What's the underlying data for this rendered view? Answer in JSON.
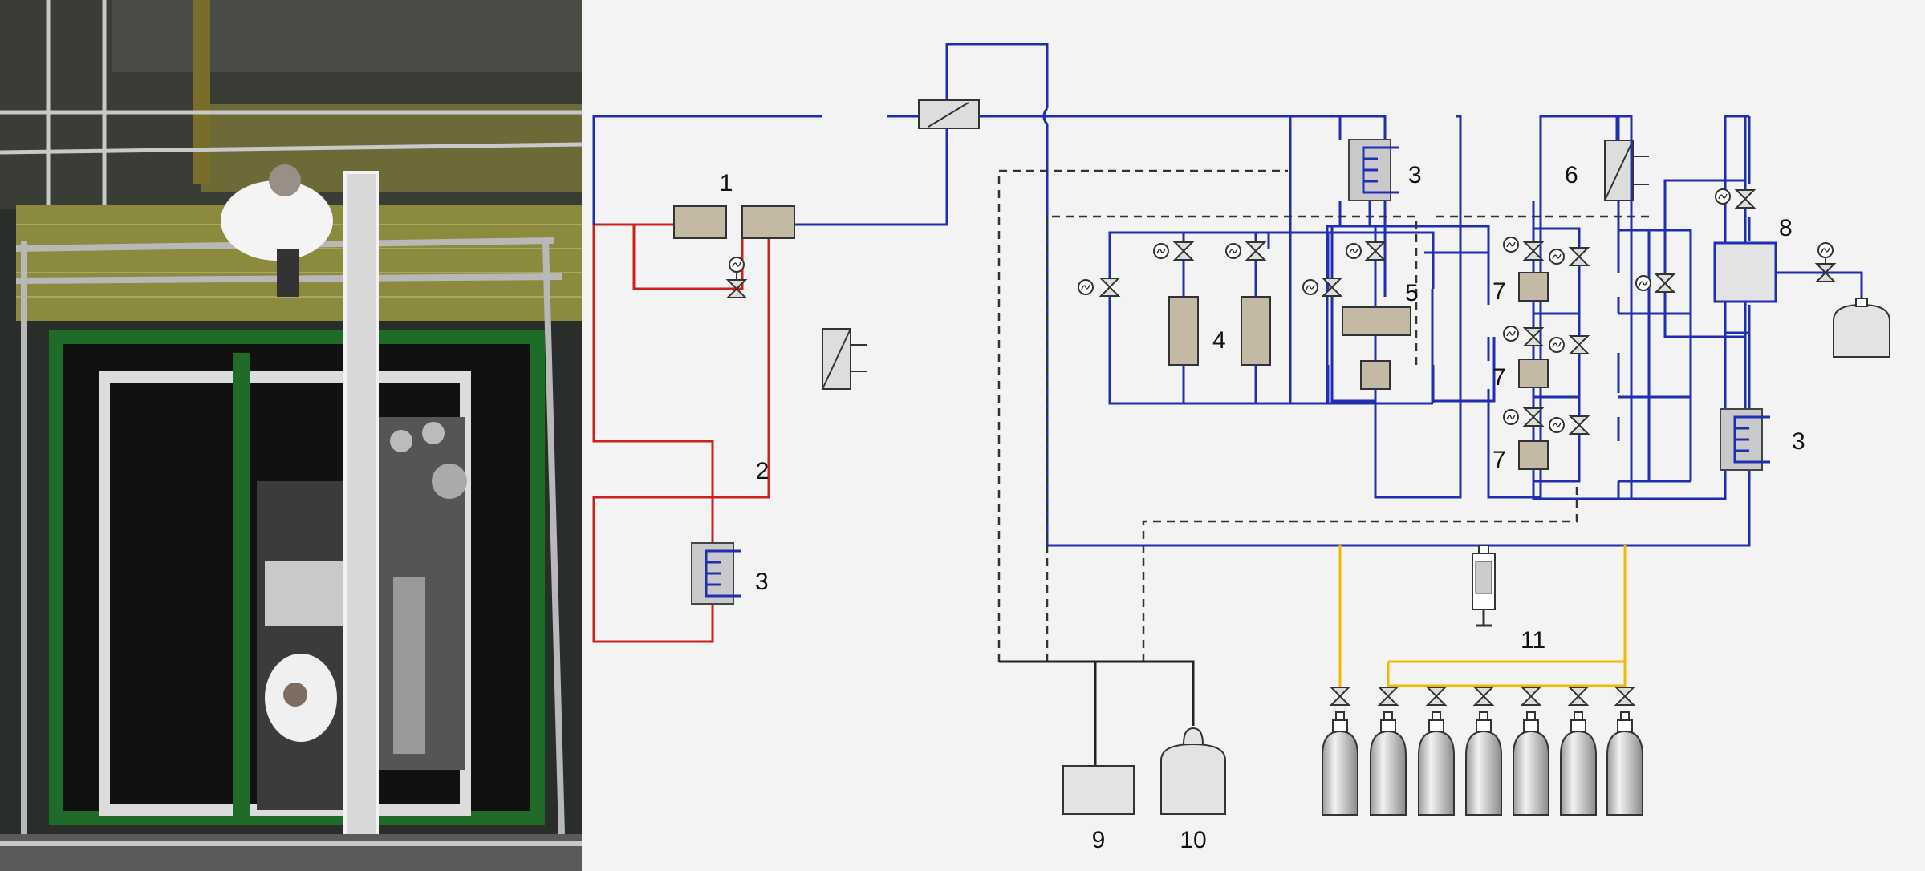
{
  "labels": {
    "n1": "1",
    "n2": "2",
    "n3a": "3",
    "n3b": "3",
    "n3c": "3",
    "n4": "4",
    "n5": "5",
    "n6": "6",
    "n7a": "7",
    "n7b": "7",
    "n7c": "7",
    "n8": "8",
    "n9": "9",
    "n10": "10",
    "n11": "11"
  },
  "colors": {
    "background": "#f3f3f3",
    "blue_line": "#1f2fb0",
    "red_line": "#cc1f1f",
    "yellow_line": "#f2b800",
    "dashed_line": "#333333",
    "component_fill": "#c4b9a5",
    "vessel_fill": "#e3e3e5"
  },
  "icons": {
    "valve": "bowtie-valve-icon",
    "actuated_valve": "actuated-valve-icon",
    "heat_exchanger": "heat-exchanger-icon",
    "gas_cylinder": "gas-cylinder-icon",
    "filter": "filter-icon"
  }
}
